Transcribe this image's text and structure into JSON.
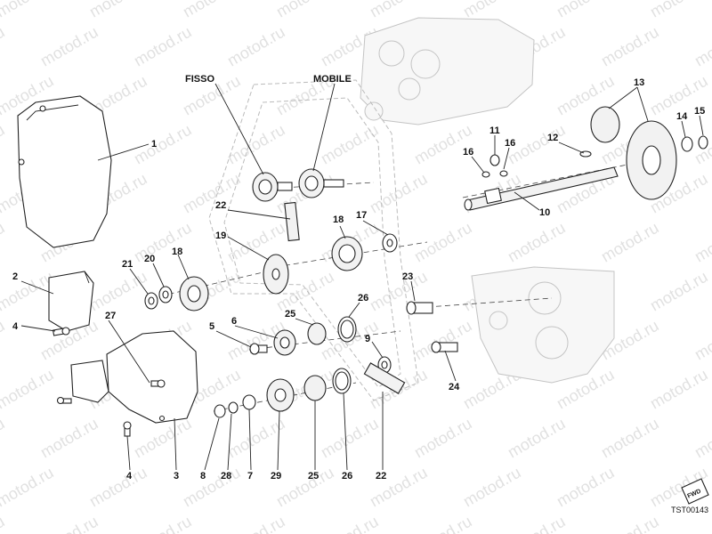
{
  "diagram": {
    "labels": {
      "fisso": "FISSO",
      "mobile": "MOBILE",
      "drawing_code": "TST00143",
      "fwd": "FWD"
    },
    "watermark": "motod.ru",
    "callouts": [
      {
        "id": "c1",
        "text": "1"
      },
      {
        "id": "c2",
        "text": "2"
      },
      {
        "id": "c4a",
        "text": "4"
      },
      {
        "id": "c4b",
        "text": "4"
      },
      {
        "id": "c3",
        "text": "3"
      },
      {
        "id": "c5",
        "text": "5"
      },
      {
        "id": "c6",
        "text": "6"
      },
      {
        "id": "c7",
        "text": "7"
      },
      {
        "id": "c8",
        "text": "8"
      },
      {
        "id": "c9",
        "text": "9"
      },
      {
        "id": "c10",
        "text": "10"
      },
      {
        "id": "c11",
        "text": "11"
      },
      {
        "id": "c12",
        "text": "12"
      },
      {
        "id": "c13",
        "text": "13"
      },
      {
        "id": "c14",
        "text": "14"
      },
      {
        "id": "c15",
        "text": "15"
      },
      {
        "id": "c16a",
        "text": "16"
      },
      {
        "id": "c16b",
        "text": "16"
      },
      {
        "id": "c17",
        "text": "17"
      },
      {
        "id": "c18a",
        "text": "18"
      },
      {
        "id": "c18b",
        "text": "18"
      },
      {
        "id": "c19",
        "text": "19"
      },
      {
        "id": "c20",
        "text": "20"
      },
      {
        "id": "c21",
        "text": "21"
      },
      {
        "id": "c22a",
        "text": "22"
      },
      {
        "id": "c22b",
        "text": "22"
      },
      {
        "id": "c23",
        "text": "23"
      },
      {
        "id": "c24",
        "text": "24"
      },
      {
        "id": "c25a",
        "text": "25"
      },
      {
        "id": "c25b",
        "text": "25"
      },
      {
        "id": "c26a",
        "text": "26"
      },
      {
        "id": "c26b",
        "text": "26"
      },
      {
        "id": "c27",
        "text": "27"
      },
      {
        "id": "c28",
        "text": "28"
      },
      {
        "id": "c29",
        "text": "29"
      }
    ]
  }
}
